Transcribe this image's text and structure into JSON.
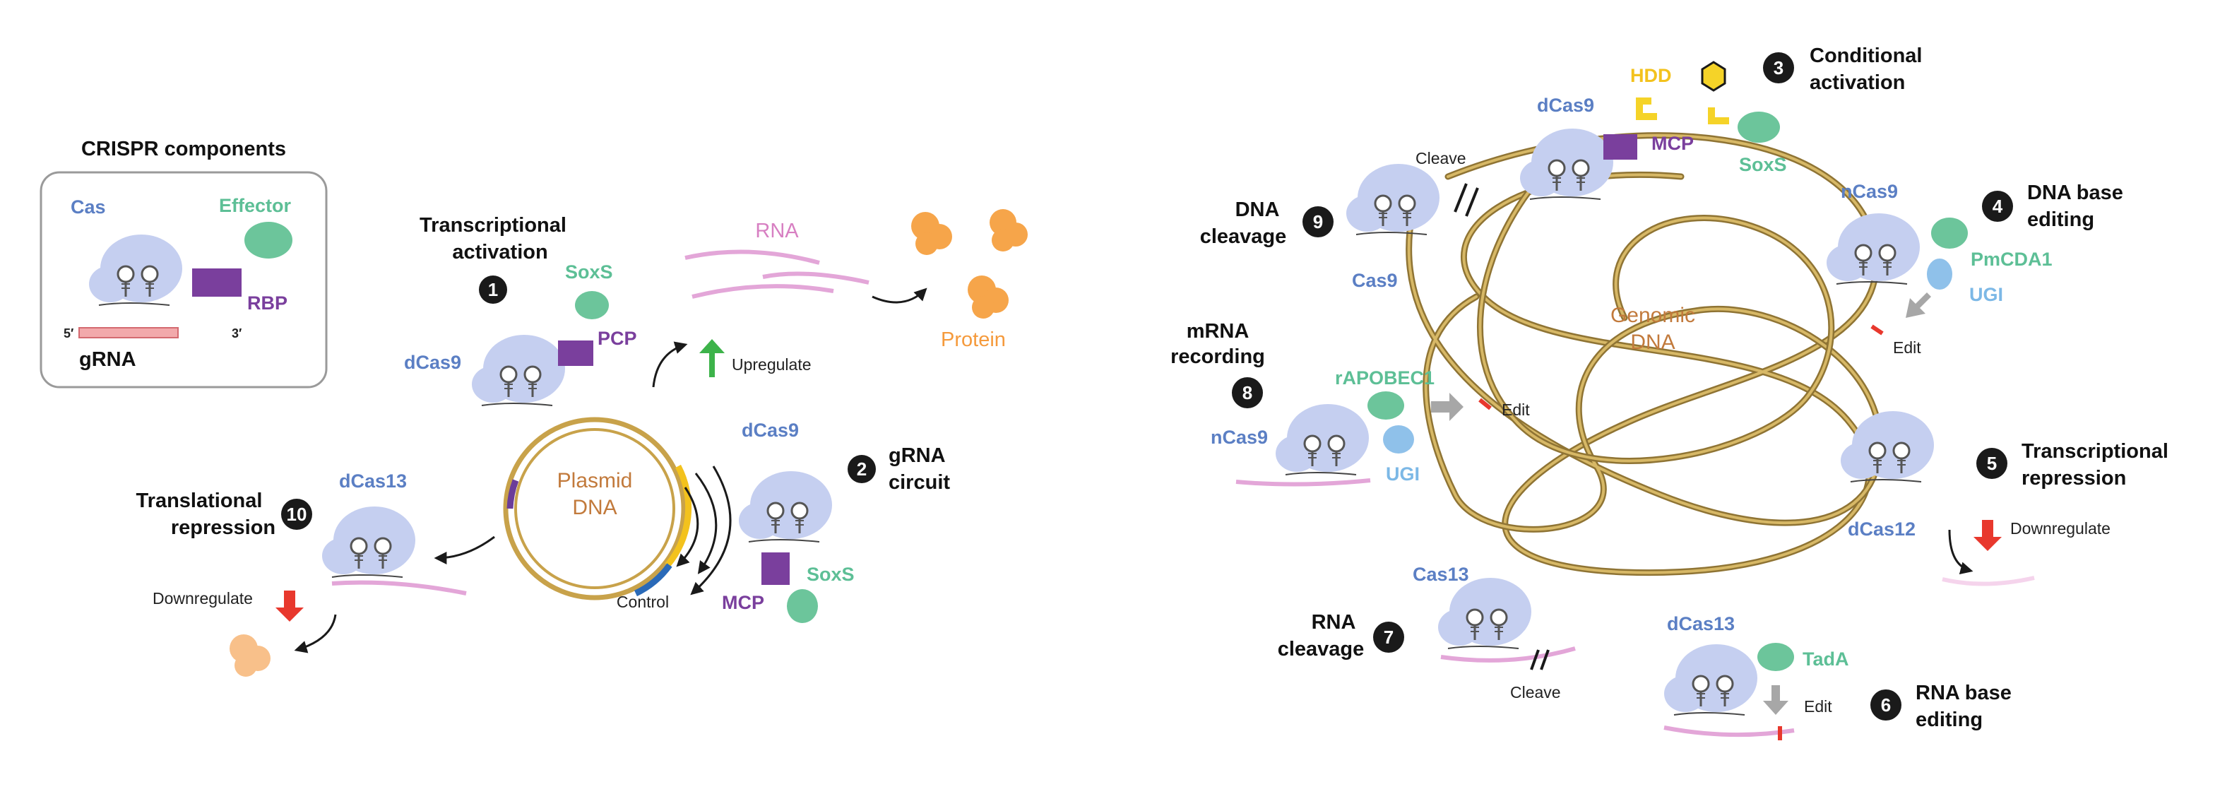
{
  "legend": {
    "title": "CRISPR components",
    "cas": "Cas",
    "effector": "Effector",
    "rbp": "RBP",
    "grna": "gRNA",
    "five_prime": "5′",
    "three_prime": "3′"
  },
  "plasmid": {
    "label_line1": "Plasmid",
    "label_line2": "DNA",
    "control": "Control",
    "rna": "RNA",
    "protein": "Protein",
    "upregulate": "Upregulate"
  },
  "genomic": {
    "label_line1": "Genomic",
    "label_line2": "DNA"
  },
  "apps": {
    "a1": {
      "num": "1",
      "title_l1": "Transcriptional",
      "title_l2": "activation",
      "cas": "dCas9",
      "rbp": "PCP",
      "effector": "SoxS"
    },
    "a2": {
      "num": "2",
      "title_l1": "gRNA",
      "title_l2": "circuit",
      "cas": "dCas9",
      "rbp": "MCP",
      "effector": "SoxS"
    },
    "a3": {
      "num": "3",
      "title_l1": "Conditional",
      "title_l2": "activation",
      "cas": "dCas9",
      "rbp": "MCP",
      "effector": "SoxS",
      "domain": "HDD"
    },
    "a4": {
      "num": "4",
      "title_l1": "DNA base",
      "title_l2": "editing",
      "cas": "nCas9",
      "effector": "PmCDA1",
      "inhibitor": "UGI",
      "action": "Edit"
    },
    "a5": {
      "num": "5",
      "title_l1": "Transcriptional",
      "title_l2": "repression",
      "cas": "dCas12",
      "action": "Downregulate"
    },
    "a6": {
      "num": "6",
      "title_l1": "RNA base",
      "title_l2": "editing",
      "cas": "dCas13",
      "effector": "TadA",
      "action": "Edit"
    },
    "a7": {
      "num": "7",
      "title_l1": "RNA",
      "title_l2": "cleavage",
      "cas": "Cas13",
      "action": "Cleave"
    },
    "a8": {
      "num": "8",
      "title_l1": "mRNA",
      "title_l2": "recording",
      "cas": "nCas9",
      "effector": "rAPOBEC1",
      "inhibitor": "UGI",
      "action": "Edit"
    },
    "a9": {
      "num": "9",
      "title_l1": "DNA",
      "title_l2": "cleavage",
      "cas": "Cas9",
      "action": "Cleave"
    },
    "a10": {
      "num": "10",
      "title_l1": "Translational",
      "title_l2": "repression",
      "cas": "dCas13",
      "action": "Downregulate"
    }
  },
  "colors": {
    "cas_protein": "#c5cff0",
    "effector": "#6cc59b",
    "rbp": "#7a3f9d",
    "dna": "#c8a24a",
    "dna_dark": "#8f7434",
    "rna": "#e3a6d8",
    "protein": "#f6a54a",
    "up_arrow": "#3db34a",
    "down_arrow": "#e8382d",
    "edit_arrow": "#a7a7a7",
    "hdd": "#f5d328",
    "number_badge": "#1a1a1a"
  }
}
